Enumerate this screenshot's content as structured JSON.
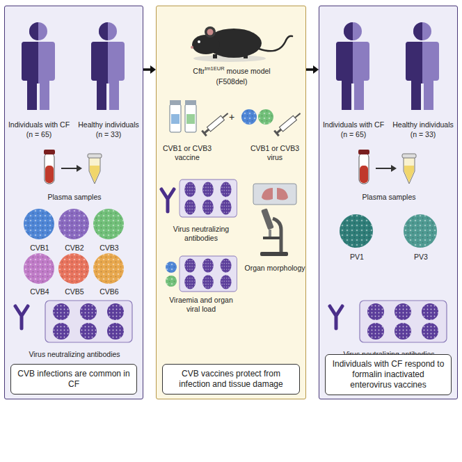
{
  "diagram": {
    "nodes": [
      {
        "text": [
          "Individuals with CF",
          "(n = 65)",
          "Healthy individuals",
          "(n = 33)",
          "Plasma samples",
          "CVB1",
          "CVB2",
          "CVB3",
          "CVB4",
          "CVB5",
          "CVB6",
          "Virus neutralizing antibodies"
        ]
      },
      {
        "text": [
          "CVB infections are common in CF"
        ],
        "in": 0
      },
      {
        "text": [
          "Cftr",
          "tm1EUR",
          "mouse model",
          "(F508del)",
          "CVB1 or CVB3 vaccine",
          "+",
          "CVB1 or CVB3 virus",
          "Virus neutralizing antibodies",
          "Viraemia and organ viral load",
          "Organ morphology"
        ]
      },
      {
        "text": [
          "CVB vaccines protect from infection and tissue damage"
        ],
        "in": 2
      },
      {
        "text": [
          "Individuals with CF",
          "(n = 65)",
          "Healthy individuals",
          "(n = 33)",
          "Plasma samples",
          "PV1",
          "PV3",
          "Virus neutralizing antibodies"
        ]
      },
      {
        "text": [
          "Individuals with CF respond to formalin inactivated enterovirus vaccines"
        ],
        "in": 4
      }
    ],
    "edges": [
      {
        "from": 0,
        "to": 2,
        "arrow": "to"
      },
      {
        "from": 2,
        "to": 4,
        "arrow": "to"
      }
    ]
  }
}
